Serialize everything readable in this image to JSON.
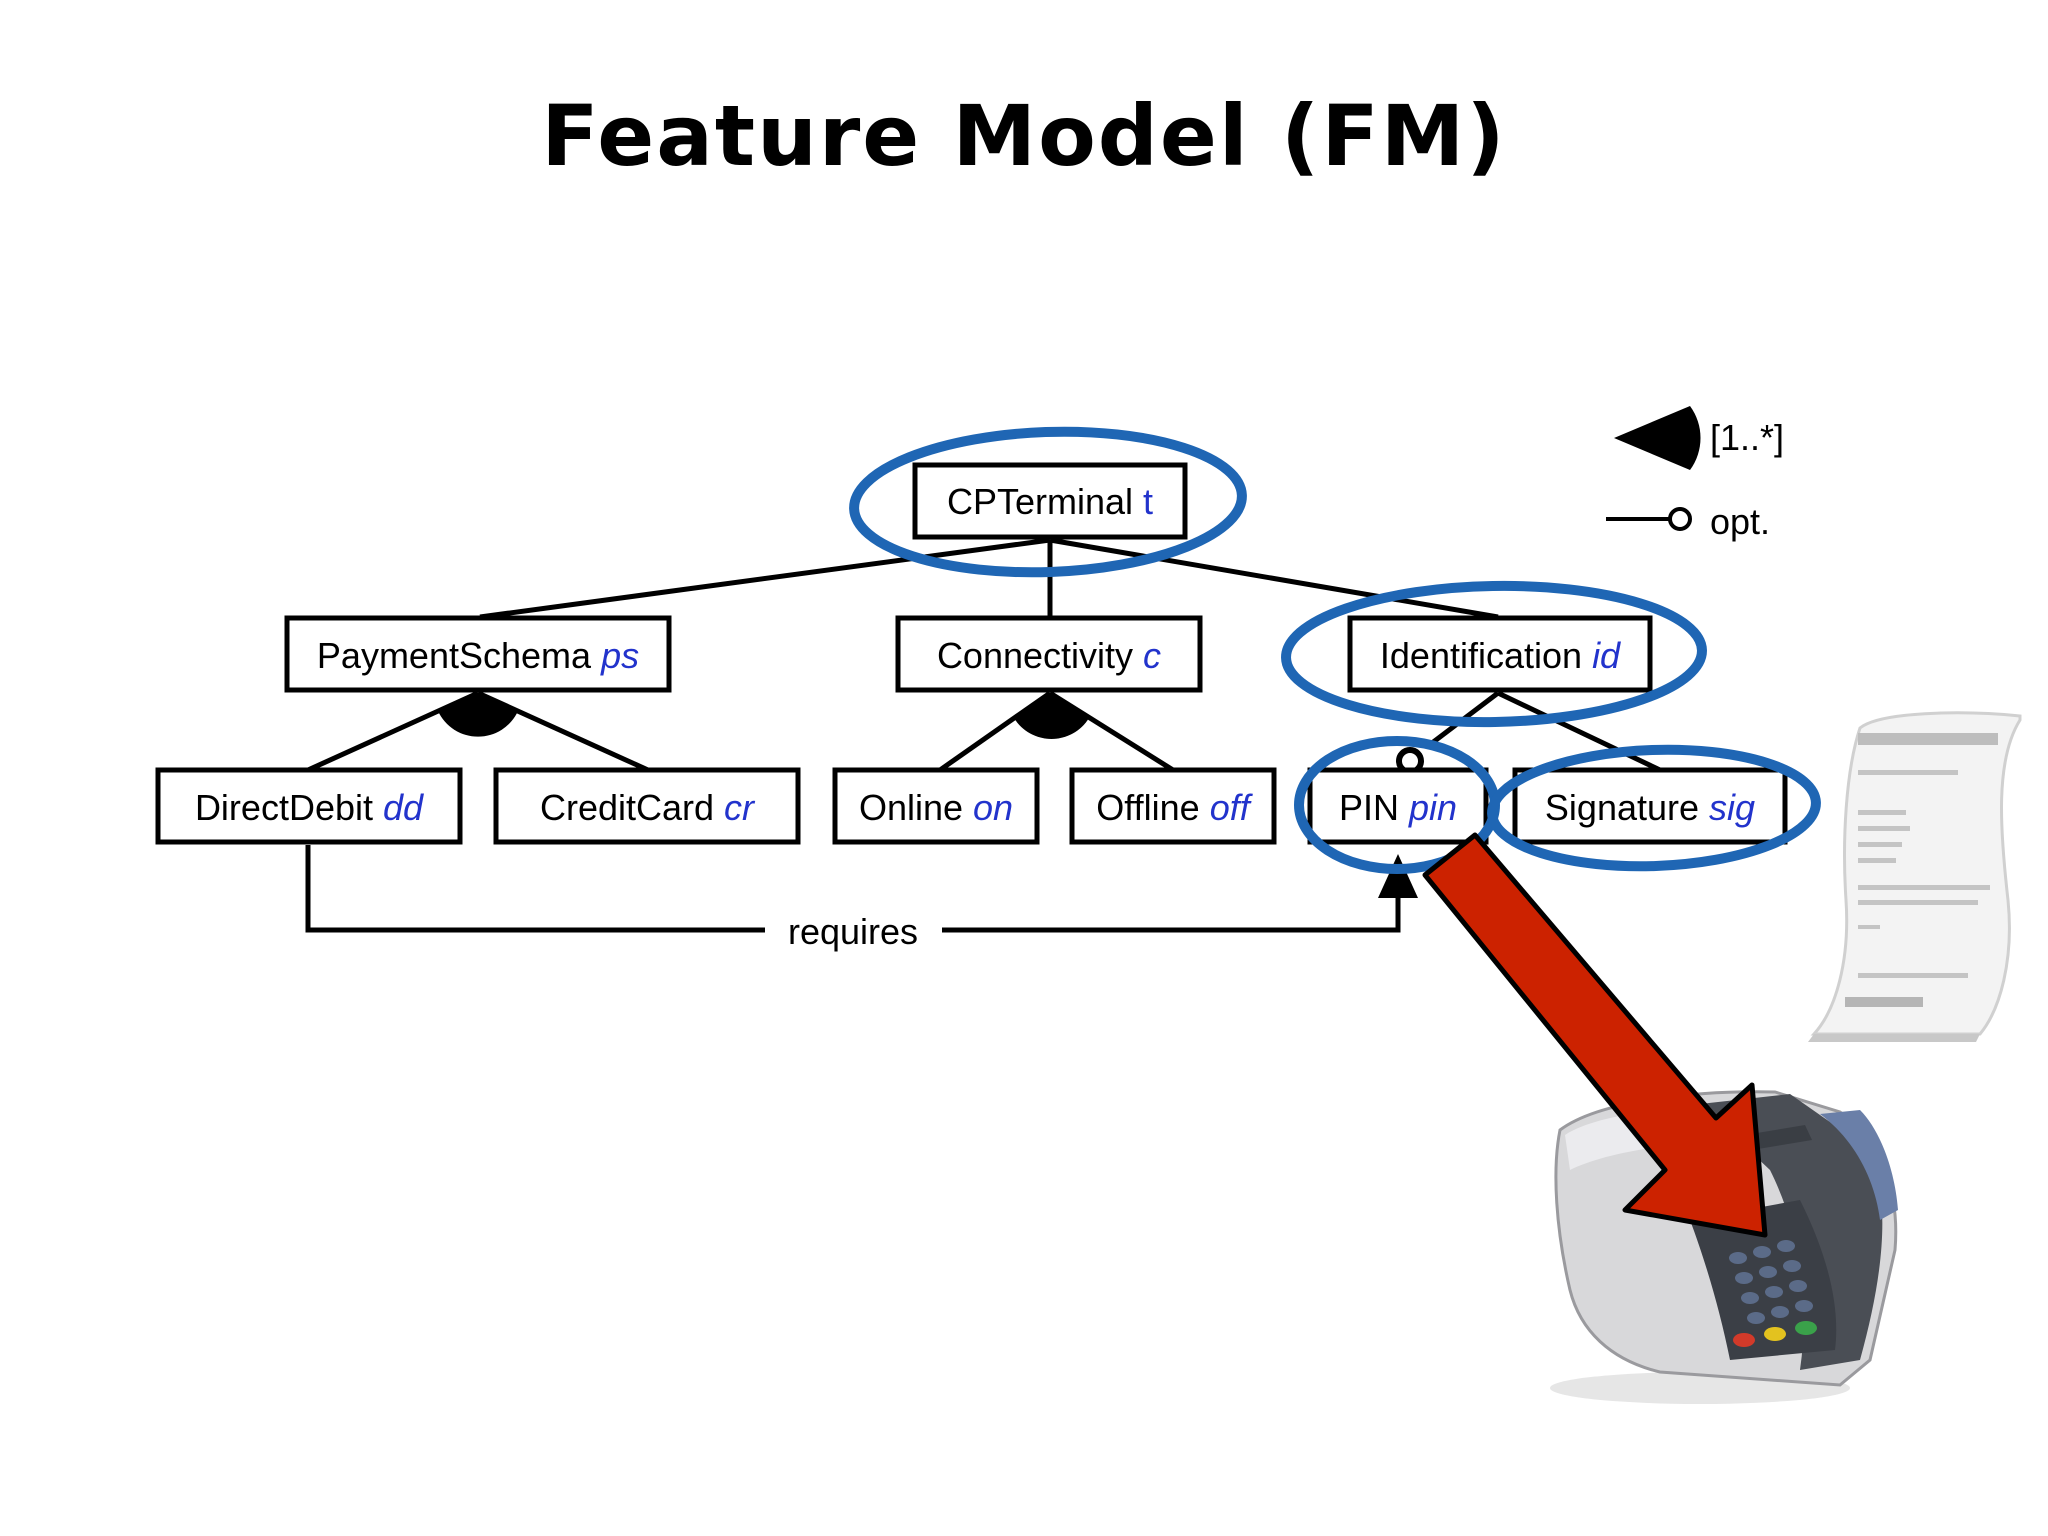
{
  "title": "Feature Model (FM)",
  "colors": {
    "variable": "#2233cc",
    "highlight": "#1f66b4",
    "arrow_fill": "#cc2200"
  },
  "features": {
    "root": {
      "name": "CPTerminal",
      "var": "t"
    },
    "payment": {
      "name": "PaymentSchema",
      "var": "ps"
    },
    "connectivity": {
      "name": "Connectivity",
      "var": "c"
    },
    "identification": {
      "name": "Identification",
      "var": "id"
    },
    "directdebit": {
      "name": "DirectDebit",
      "var": "dd"
    },
    "creditcard": {
      "name": "CreditCard",
      "var": "cr"
    },
    "online": {
      "name": "Online",
      "var": "on"
    },
    "offline": {
      "name": "Offline",
      "var": "off"
    },
    "pin": {
      "name": "PIN",
      "var": "pin"
    },
    "signature": {
      "name": "Signature",
      "var": "sig"
    }
  },
  "constraint": {
    "label": "requires"
  },
  "legend": {
    "or_group": "[1..*]",
    "optional": "opt."
  }
}
